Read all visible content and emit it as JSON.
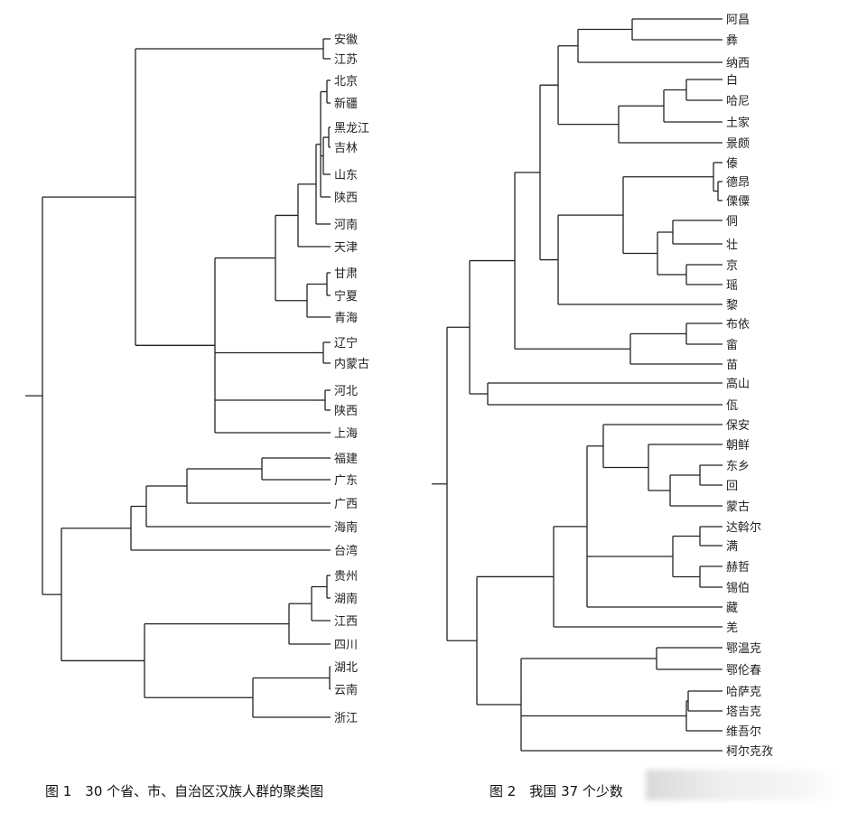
{
  "figure1": {
    "caption": "图 1　30 个省、市、自治区汉族人群的聚类图",
    "leaves": [
      "安徽",
      "江苏",
      "北京",
      "新疆",
      "黑龙江",
      "吉林",
      "山东",
      "陕西",
      "河南",
      "天津",
      "甘肃",
      "宁夏",
      "青海",
      "辽宁",
      "内蒙古",
      "河北",
      "陕西",
      "上海",
      "福建",
      "广东",
      "广西",
      "海南",
      "台湾",
      "贵州",
      "湖南",
      "江西",
      "四川",
      "湖北",
      "云南",
      "浙江"
    ]
  },
  "figure2": {
    "caption": "图 2　我国 37 个少数",
    "leaves": [
      "阿昌",
      "彝",
      "纳西",
      "白",
      "哈尼",
      "土家",
      "景颇",
      "傣",
      "德昂",
      "傈僳",
      "侗",
      "壮",
      "京",
      "瑶",
      "黎",
      "布依",
      "畲",
      "苗",
      "高山",
      "佤",
      "保安",
      "朝鲜",
      "东乡",
      "回",
      "蒙古",
      "达斡尔",
      "满",
      "赫哲",
      "锡伯",
      "藏",
      "羌",
      "鄂温克",
      "鄂伦春",
      "哈萨克",
      "塔吉克",
      "维吾尔",
      "柯尔克孜"
    ]
  }
}
